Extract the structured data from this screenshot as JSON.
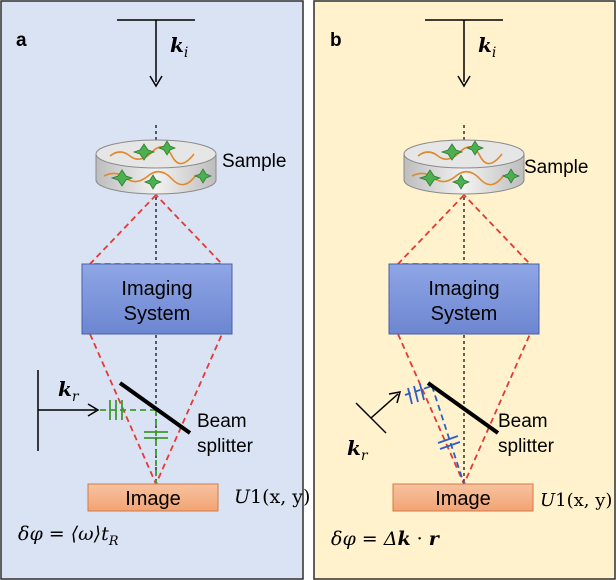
{
  "colors": {
    "panel_a_bg": "#dae3f3",
    "panel_b_bg": "#fff2cc",
    "imaging_box": "#7f96d8",
    "image_box": "#f4b183",
    "cone": "#e53935",
    "wave_a": "#3c9a2e",
    "wave_b": "#2f5ec4"
  },
  "panel_a": {
    "label": "a",
    "k_incident": "k",
    "k_incident_sub": "i",
    "sample_label": "Sample",
    "imaging_line1": "Imaging",
    "imaging_line2": "System",
    "k_reference": "k",
    "k_reference_sub": "r",
    "splitter_line1": "Beam",
    "splitter_line2": "splitter",
    "image_label": "Image",
    "field_label_U": "U",
    "field_label_args": "1(x, y)",
    "eq_lhs": "δφ",
    "eq_rhs": " = ⟨ω⟩t",
    "eq_sub": "R"
  },
  "panel_b": {
    "label": "b",
    "k_incident": "k",
    "k_incident_sub": "i",
    "sample_label": "Sample",
    "imaging_line1": "Imaging",
    "imaging_line2": "System",
    "k_reference": "k",
    "k_reference_sub": "r",
    "splitter_line1": "Beam",
    "splitter_line2": "splitter",
    "image_label": "Image",
    "field_label_U": "U",
    "field_label_args": "1(x, y)",
    "eq_lhs": "δφ = Δ",
    "eq_k": "k",
    "eq_dot": " · ",
    "eq_r": "r"
  }
}
